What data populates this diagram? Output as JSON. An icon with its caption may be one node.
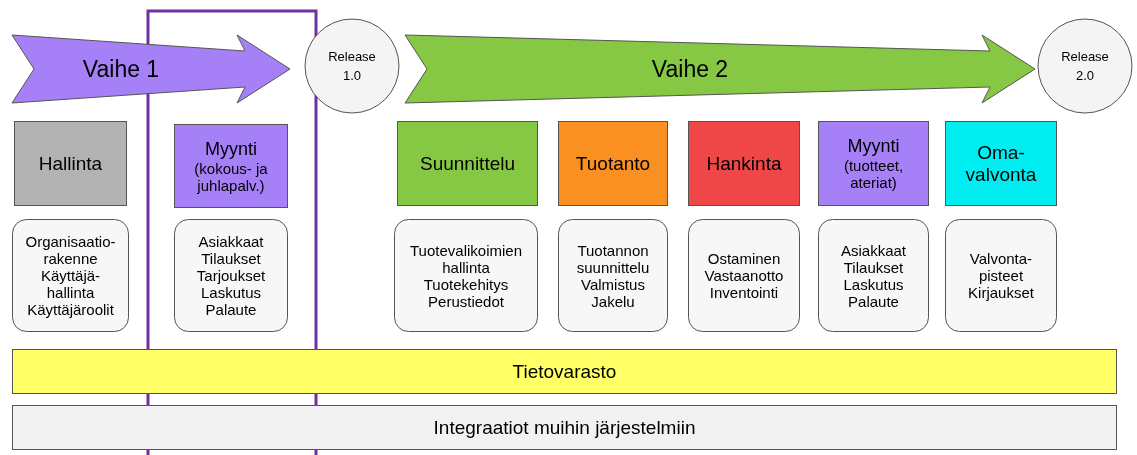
{
  "diagram": {
    "nodes": [
      {
        "text": [
          "Vaihe 1"
        ]
      },
      {
        "text": [
          "Release 1.0"
        ]
      },
      {
        "text": [
          "Vaihe 2"
        ]
      },
      {
        "text": [
          "Release 2.0"
        ]
      },
      {
        "text": [
          "Hallinta"
        ]
      },
      {
        "text": [
          "Myynti",
          "(kokous- ja juhlapalv.)"
        ]
      },
      {
        "text": [
          "Suunnittelu"
        ]
      },
      {
        "text": [
          "Tuotanto"
        ]
      },
      {
        "text": [
          "Hankinta"
        ]
      },
      {
        "text": [
          "Myynti",
          "(tuotteet, ateriat)"
        ]
      },
      {
        "text": [
          "Oma-valvonta"
        ]
      },
      {
        "text": [
          "Organisaatio-rakenne",
          "Käyttäjä-hallinta",
          "Käyttäjäroolit"
        ]
      },
      {
        "text": [
          "Asiakkaat",
          "Tilaukset",
          "Tarjoukset",
          "Laskutus",
          "Palaute"
        ]
      },
      {
        "text": [
          "Tuotevalikoimien hallinta",
          "Tuotekehitys",
          "Perustiedot"
        ]
      },
      {
        "text": [
          "Tuotannon suunnittelu",
          "Valmistus",
          "Jakelu"
        ]
      },
      {
        "text": [
          "Ostaminen",
          "Vastaanotto",
          "Inventointi"
        ]
      },
      {
        "text": [
          "Asiakkaat",
          "Tilaukset",
          "Laskutus",
          "Palaute"
        ]
      },
      {
        "text": [
          "Valvonta-pisteet",
          "Kirjaukset"
        ]
      },
      {
        "text": [
          "Tietovarasto"
        ]
      },
      {
        "text": [
          "Integraatiot muihin järjestelmiin"
        ]
      }
    ]
  }
}
